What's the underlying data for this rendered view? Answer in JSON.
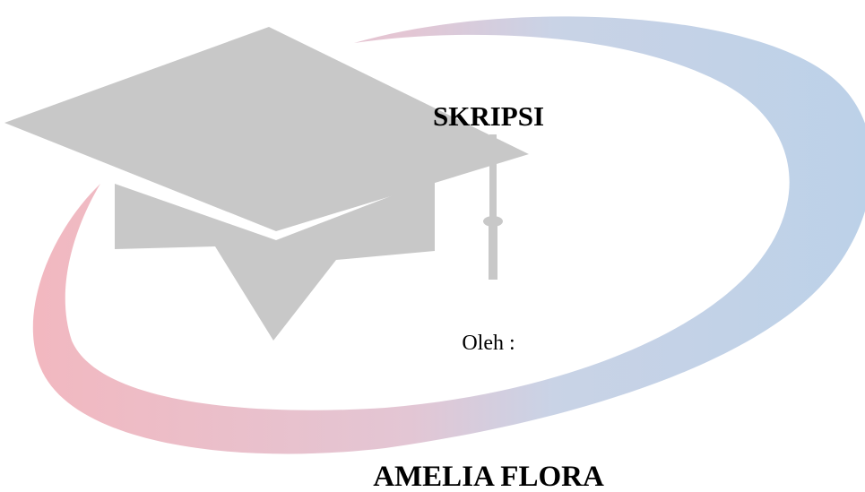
{
  "document": {
    "title": "SKRIPSI",
    "by_label": "Oleh :",
    "author_name": "AMELIA FLORA"
  },
  "artwork": {
    "cap_icon": "graduation-cap-icon",
    "swoosh_icon": "swoosh-ring-icon",
    "colors": {
      "cap": "#c8c8c8",
      "swoosh_start": "#f2b8c0",
      "swoosh_mid": "#d6cbe0",
      "swoosh_end": "#bcd1e8"
    }
  }
}
